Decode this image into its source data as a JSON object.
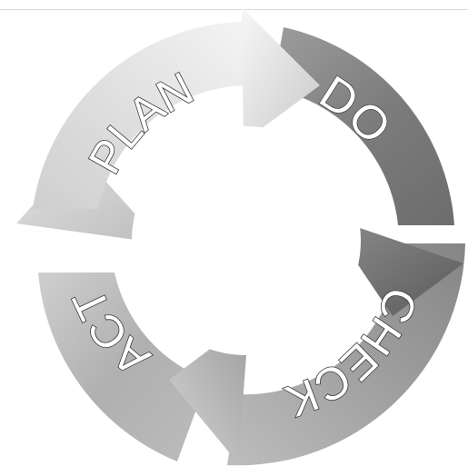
{
  "diagram": {
    "type": "cycle",
    "stages": [
      {
        "label": "PLAN"
      },
      {
        "label": "DO"
      },
      {
        "label": "CHECK"
      },
      {
        "label": "ACT"
      }
    ]
  }
}
